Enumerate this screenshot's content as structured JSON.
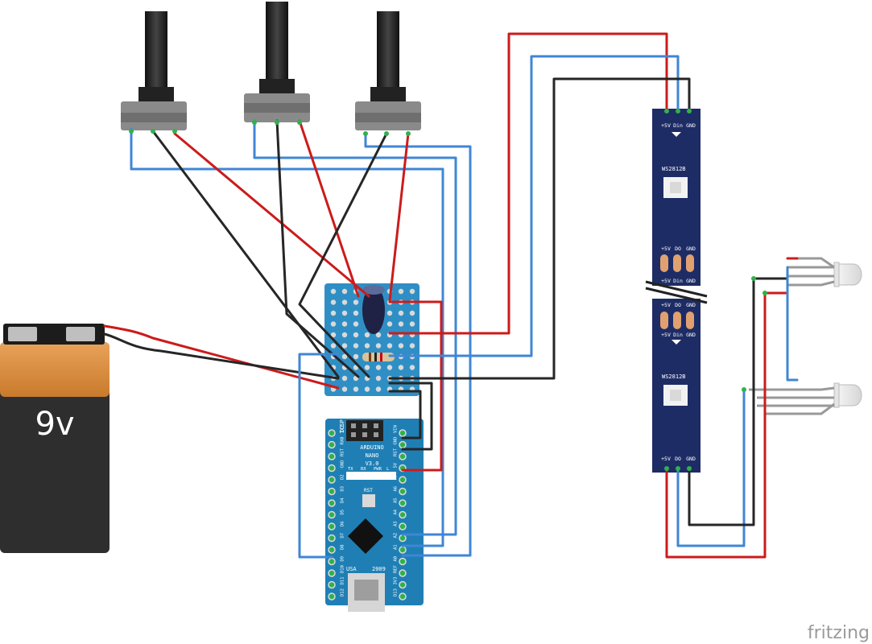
{
  "battery": {
    "voltage_label": "9v"
  },
  "arduino": {
    "model_lines": [
      "ARDUINO",
      "NANO",
      "V3.0"
    ],
    "usa_label": "USA",
    "year_label": "2009",
    "icsp_label": "ICSP",
    "rst_label": "RST",
    "left_pins": [
      "TX1",
      "RX0",
      "RST",
      "GND",
      "D2",
      "D3",
      "D4",
      "D5",
      "D6",
      "D7",
      "D8",
      "D9",
      "D10",
      "D11",
      "D12"
    ],
    "right_pins": [
      "VIN",
      "GND",
      "RST",
      "5V",
      "A7",
      "A6",
      "A5",
      "A4",
      "A3",
      "A2",
      "A1",
      "A0",
      "REF",
      "3V3",
      "D13"
    ],
    "led_labels": [
      "TX",
      "RX",
      "PWR",
      "L"
    ]
  },
  "led_strip": {
    "chip_label": "WS2812B",
    "pin_labels_in": [
      "+5V",
      "Din",
      "GND"
    ],
    "pin_labels_out": [
      "+5V",
      "DO",
      "GND"
    ]
  },
  "watermark": "fritzing",
  "colors": {
    "wire_red": "#cc1b1b",
    "wire_black": "#262626",
    "wire_blue": "#3f86d6",
    "strip_pcb": "#1e2c66",
    "nano_pcb": "#1f7fb5",
    "perfboard": "#2f8fc5",
    "battery_orange": "#d8893a",
    "battery_dark": "#2e2e2e"
  }
}
